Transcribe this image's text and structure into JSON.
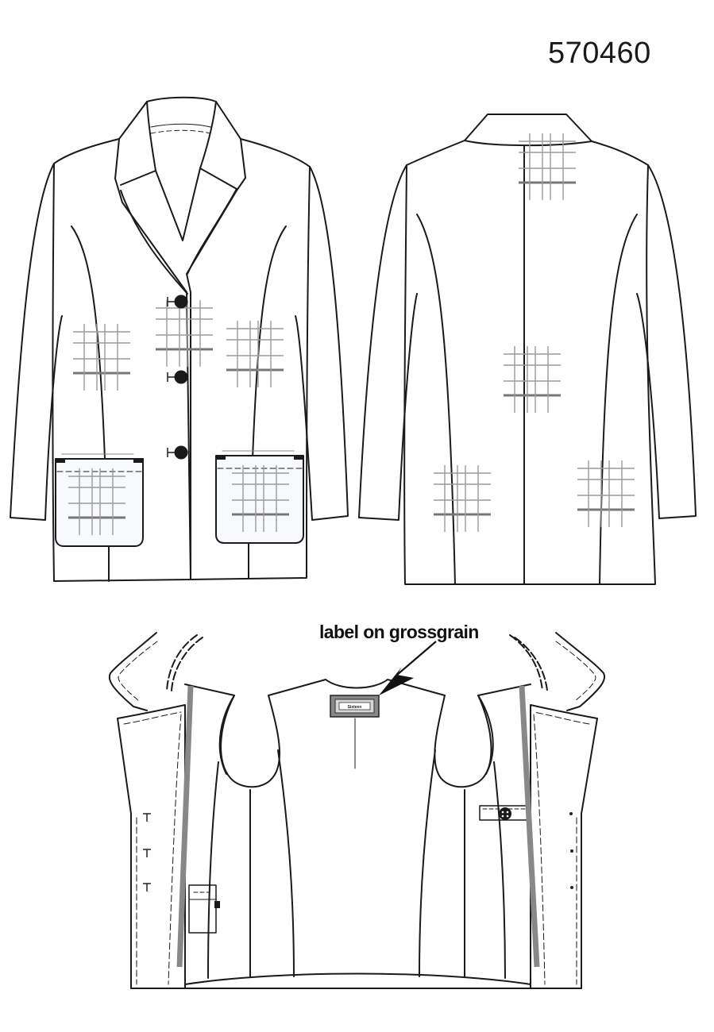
{
  "style_number": "570460",
  "callout": {
    "text": "label on grossgrain"
  },
  "label_text": "Sixteen",
  "colors": {
    "outline": "#1a1a1a",
    "plaid_light": "#999999",
    "plaid_dark": "#777777",
    "grossgrain": "#888888",
    "button": "#1a1a1a"
  }
}
